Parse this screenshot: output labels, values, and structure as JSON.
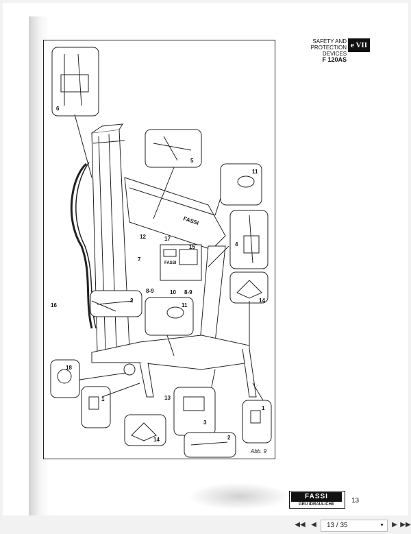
{
  "header": {
    "line1": "SAFETY AND",
    "line2": "PROTECTION",
    "line3": "DEVICES",
    "model": "F 120AS",
    "section": "e VII"
  },
  "diagram": {
    "callouts": {
      "c6": "6",
      "c5": "5",
      "c11a": "11",
      "c12": "12",
      "c17": "17",
      "c15": "15",
      "c7": "7",
      "c4": "4",
      "c89a": "8-9",
      "c10": "10",
      "c89b": "8-9",
      "c2a": "2",
      "c11b": "11",
      "c14a": "14",
      "c16": "16",
      "c18": "18",
      "c1a": "1",
      "c13": "13",
      "c3": "3",
      "c14b": "14",
      "c2b": "2",
      "c1b": "1"
    },
    "boom_label": "FASSI",
    "panel_label": "FASSI",
    "caption": "Abb. 9"
  },
  "footer": {
    "logo": "FASSI",
    "logo_sub": "GRU IDRAULICHE",
    "page": "13"
  },
  "viewer": {
    "current_page": "13",
    "separator": "/",
    "total_pages": "35",
    "page_display": "13 / 35"
  }
}
